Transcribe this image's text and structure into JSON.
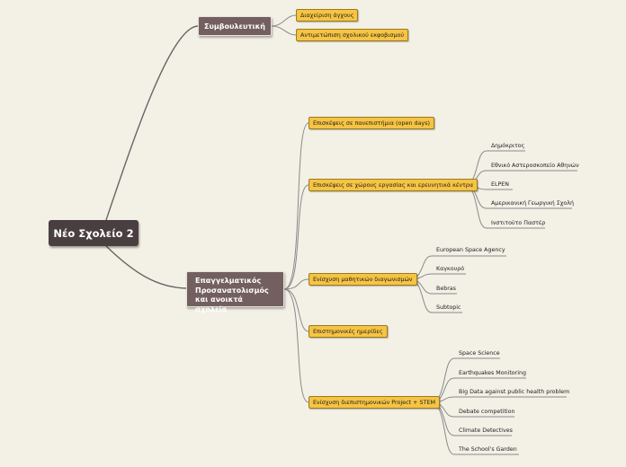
{
  "root": {
    "label": "Νέο Σχολείο 2"
  },
  "branch1": {
    "label": "Συμβουλευτική",
    "children": [
      "Διαχείριση άγχους",
      "Αντιμετώπιση σχολικού εκφοβισμού"
    ]
  },
  "branch2": {
    "label": "Επαγγελματικός Προσανατολισμός και ανοικτά σχολεία",
    "children": [
      {
        "label": "Επισκέψεις σε πανεπιστήμια (open days)",
        "leaves": []
      },
      {
        "label": "Επισκέψεις σε χώρους εργασίας και ερευνητικά κέντρα",
        "leaves": [
          "Δημόκριτος",
          "Εθνικό Αστεροσκοπείο Αθηνών",
          "ELPEN",
          "Αμερικανική Γεωργική Σχολή",
          "Ινστιτούτο Παστέρ"
        ]
      },
      {
        "label": "Ενίσχυση μαθητικών διαγωνισμών",
        "leaves": [
          "European Space Agency",
          "Καγκουρό",
          "Bebras",
          "Subtopic"
        ]
      },
      {
        "label": "Επιστημονικές ημερίδες",
        "leaves": []
      },
      {
        "label": "Ενίσχυση διεπιστημονικών Project + STEM",
        "leaves": [
          "Space Science",
          "Earthquakes Monitoring",
          "Big Data against public health problem",
          "Debate competition",
          "Climate Detectives",
          "The School's Garden"
        ]
      }
    ]
  },
  "colors": {
    "background": "#f3f0e6",
    "root": "#4a3f40",
    "main_topic": "#735f60",
    "subtopic": "#f6c443",
    "line": "#7a7a7a"
  }
}
